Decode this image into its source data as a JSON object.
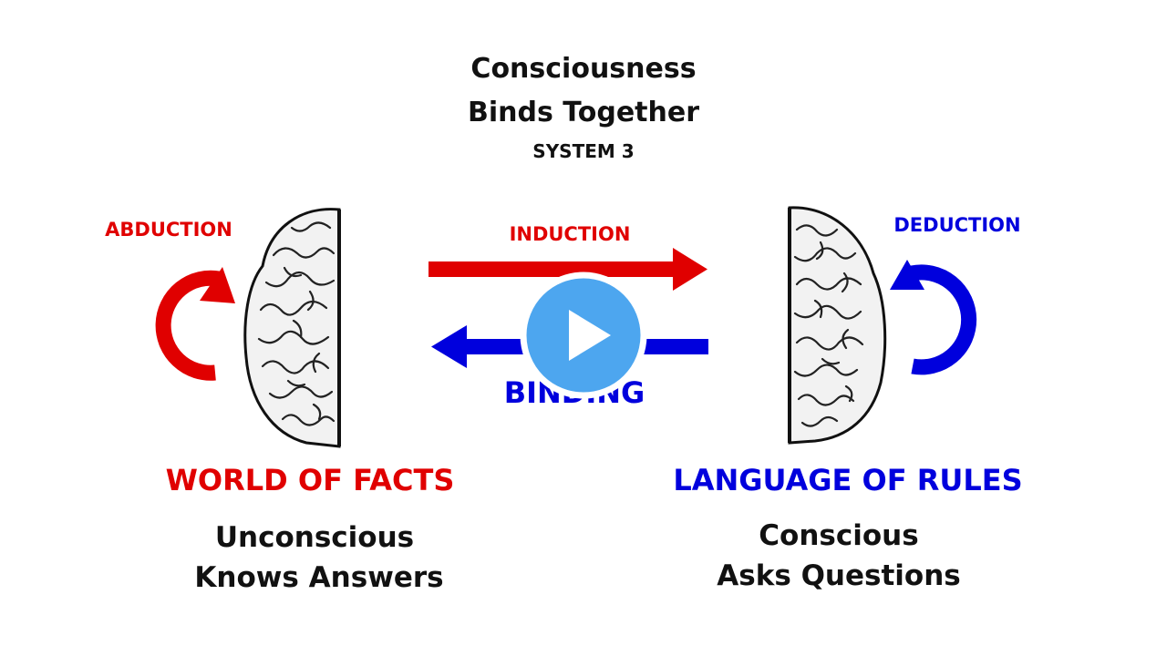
{
  "title": {
    "line1": "Consciousness",
    "line2": "Binds Together",
    "subtitle": "SYSTEM 3"
  },
  "labels": {
    "abduction": "ABDUCTION",
    "induction": "INDUCTION",
    "deduction": "DEDUCTION",
    "binding": "BINDING"
  },
  "left": {
    "heading": "WORLD OF FACTS",
    "line1": "Unconscious",
    "line2": "Knows Answers"
  },
  "right": {
    "heading": "LANGUAGE OF RULES",
    "line1": "Conscious",
    "line2": "Asks Questions"
  },
  "colors": {
    "red": "#e00000",
    "blue": "#0000dd",
    "play": "#4da6ef"
  },
  "icons": {
    "play": "play-icon",
    "brain_left": "brain-left-hemisphere-icon",
    "brain_right": "brain-right-hemisphere-icon"
  }
}
